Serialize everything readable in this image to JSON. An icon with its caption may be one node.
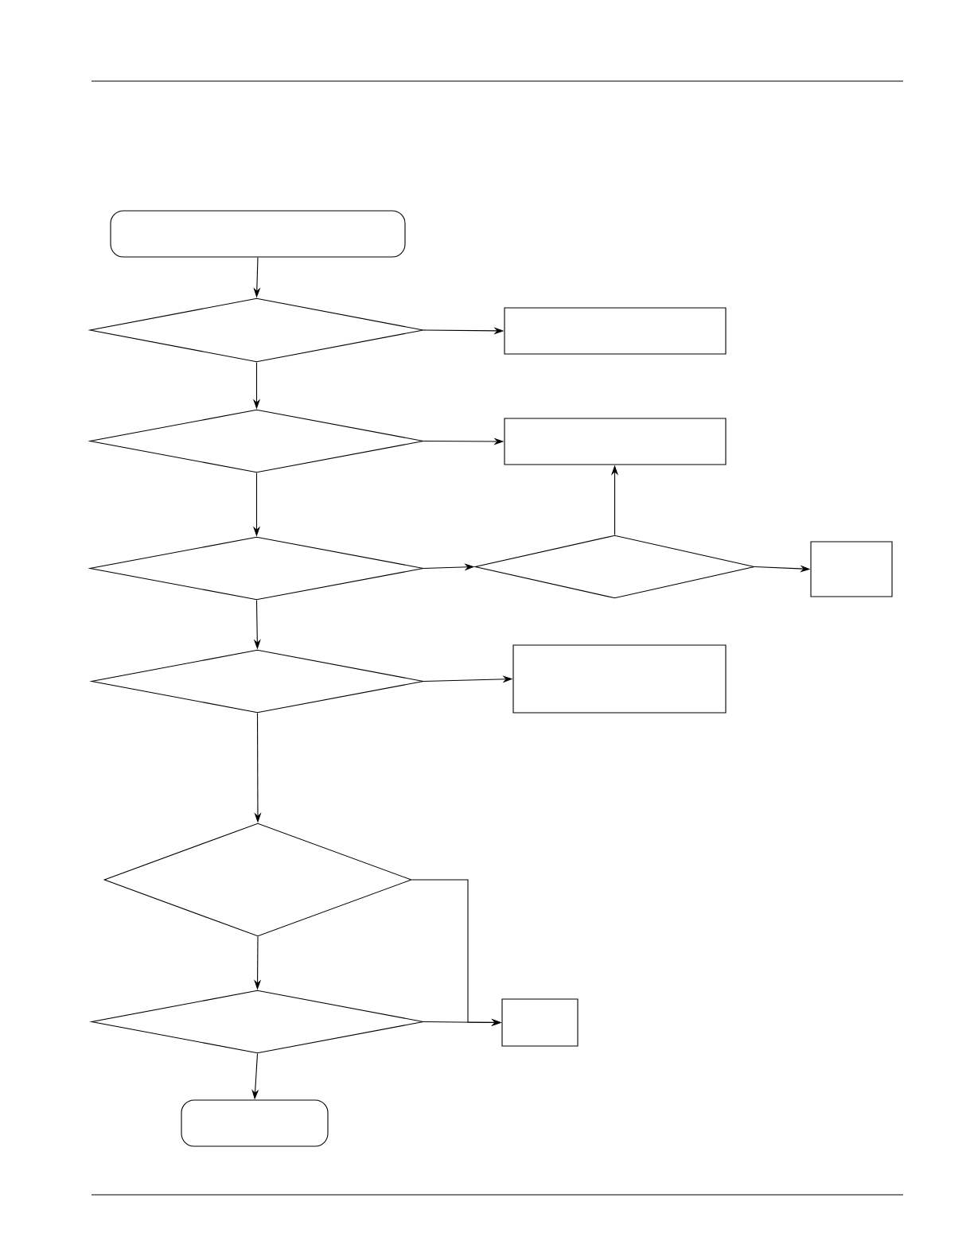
{
  "diagram": {
    "nodes": [
      {
        "text": [],
        "shape": "box"
      },
      {
        "text": [],
        "shape": "diamond"
      },
      {
        "text": [],
        "shape": "box"
      },
      {
        "text": [],
        "shape": "diamond"
      },
      {
        "text": [],
        "shape": "box"
      },
      {
        "text": [],
        "shape": "diamond"
      },
      {
        "text": [],
        "shape": "diamond"
      },
      {
        "text": [],
        "shape": "box"
      },
      {
        "text": [],
        "shape": "diamond"
      },
      {
        "text": [],
        "shape": "box"
      },
      {
        "text": [],
        "shape": "diamond"
      },
      {
        "text": [],
        "shape": "diamond"
      },
      {
        "text": [],
        "shape": "box"
      },
      {
        "text": [],
        "shape": "box"
      }
    ],
    "edges": [
      {
        "from": 0,
        "to": 1,
        "arrow": "to"
      },
      {
        "from": 1,
        "to": 2,
        "arrow": "to"
      },
      {
        "from": 1,
        "to": 3,
        "arrow": "to"
      },
      {
        "from": 3,
        "to": 4,
        "arrow": "to"
      },
      {
        "from": 3,
        "to": 5,
        "arrow": "to"
      },
      {
        "from": 5,
        "to": 6,
        "arrow": "to"
      },
      {
        "from": 6,
        "to": 4,
        "arrow": "to"
      },
      {
        "from": 6,
        "to": 7,
        "arrow": "to"
      },
      {
        "from": 5,
        "to": 8,
        "arrow": "to"
      },
      {
        "from": 8,
        "to": 9,
        "arrow": "to"
      },
      {
        "from": 8,
        "to": 10,
        "arrow": "to"
      },
      {
        "from": 10,
        "to": 11,
        "arrow": "to"
      },
      {
        "from": 10,
        "to": 12,
        "arrow": "to"
      },
      {
        "from": 11,
        "to": 12,
        "arrow": "to"
      },
      {
        "from": 11,
        "to": 13,
        "arrow": "to"
      }
    ]
  }
}
